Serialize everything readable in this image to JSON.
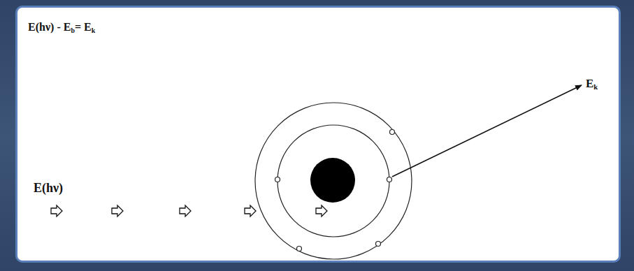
{
  "diagram": {
    "labels": [
      "E(hν) - E",
      "b",
      "= E",
      "k",
      "E",
      "k",
      "E(hν)"
    ]
  }
}
